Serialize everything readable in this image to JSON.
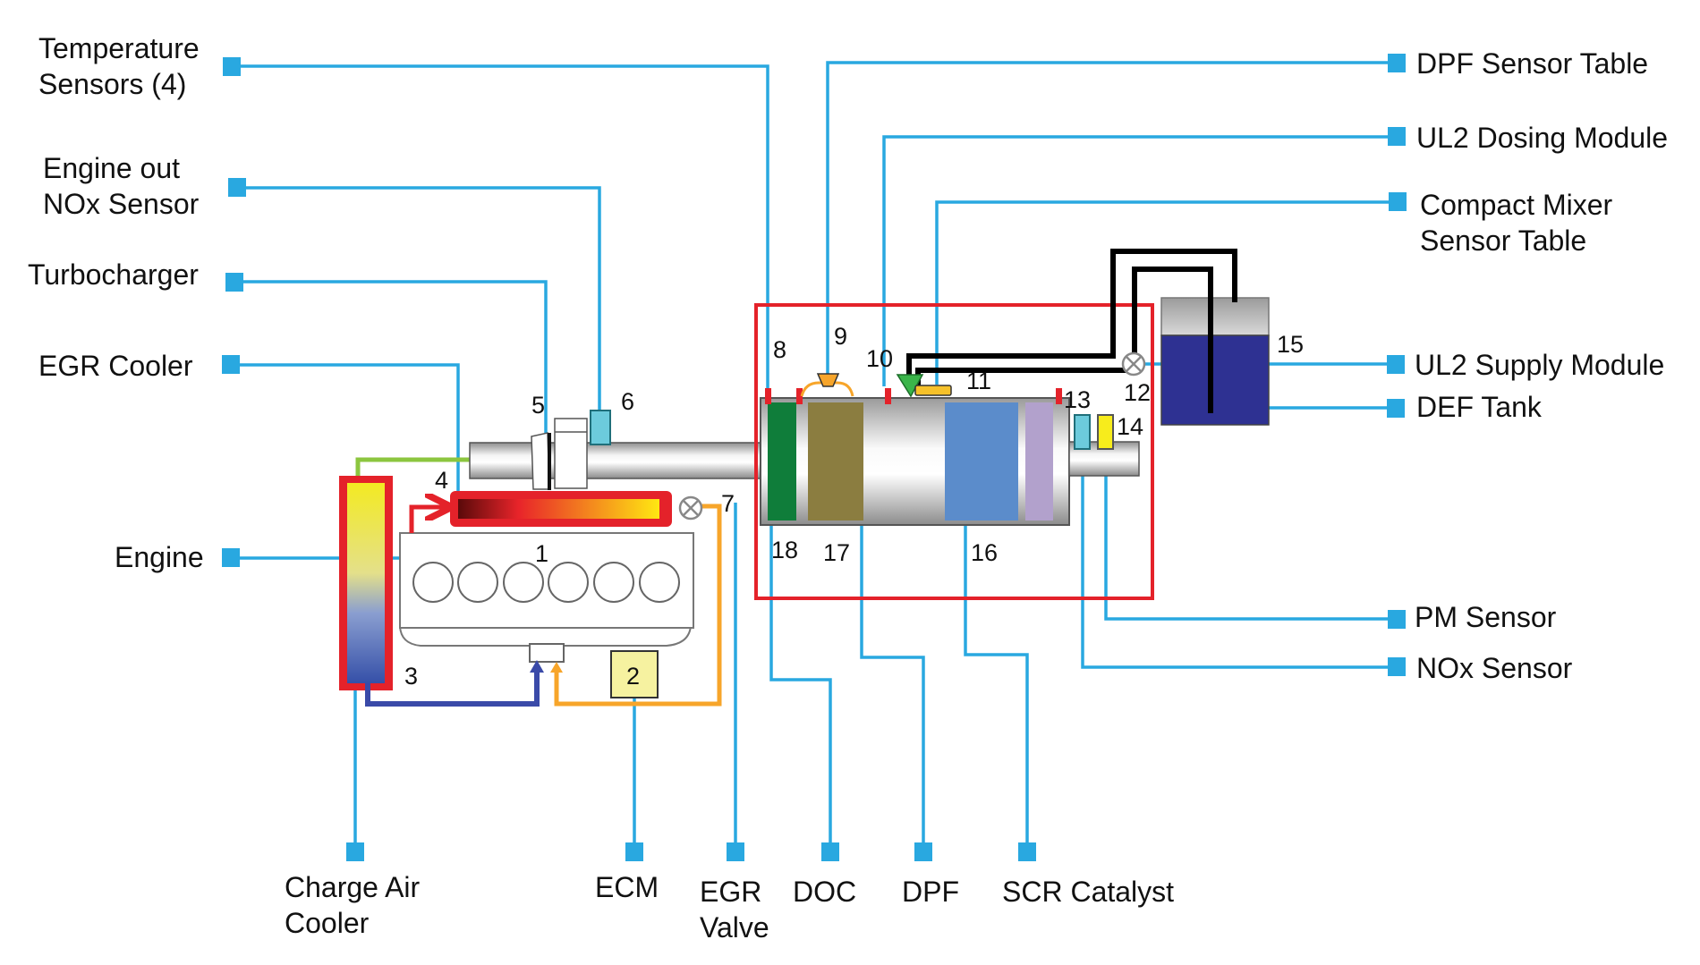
{
  "title": "Engine aftertreatment system component diagram",
  "colors": {
    "callout": "#29a8e0",
    "boundary": "#e4222a",
    "def_fluid": "#2e3192",
    "doc": "#8b7d40",
    "dpf_mixer": "#0f7d3a",
    "scr": "#5b8ccb",
    "asc": "#b2a1cc"
  },
  "callouts_left": [
    {
      "id": "temp",
      "label": "Temperature\nSensors (4)"
    },
    {
      "id": "eonox",
      "label": "Engine out\nNOx Sensor"
    },
    {
      "id": "turbo",
      "label": "Turbocharger"
    },
    {
      "id": "egrc",
      "label": "EGR Cooler"
    },
    {
      "id": "engine",
      "label": "Engine"
    }
  ],
  "callouts_right": [
    {
      "id": "dpfst",
      "label": "DPF Sensor Table"
    },
    {
      "id": "ul2d",
      "label": "UL2 Dosing Module"
    },
    {
      "id": "cmst",
      "label": "Compact Mixer\nSensor Table"
    },
    {
      "id": "ul2s",
      "label": "UL2 Supply Module"
    },
    {
      "id": "def",
      "label": "DEF Tank"
    },
    {
      "id": "pm",
      "label": "PM Sensor"
    },
    {
      "id": "nox",
      "label": "NOx Sensor"
    }
  ],
  "callouts_bottom": [
    {
      "id": "cac",
      "label": "Charge Air\nCooler"
    },
    {
      "id": "ecm",
      "label": "ECM"
    },
    {
      "id": "egrv",
      "label": "EGR\nValve"
    },
    {
      "id": "doc",
      "label": "DOC"
    },
    {
      "id": "dpf",
      "label": "DPF"
    },
    {
      "id": "scr",
      "label": "SCR Catalyst"
    }
  ],
  "component_numbers": [
    "1",
    "2",
    "3",
    "4",
    "5",
    "6",
    "7",
    "8",
    "9",
    "10",
    "11",
    "12",
    "13",
    "14",
    "15",
    "16",
    "17",
    "18"
  ]
}
